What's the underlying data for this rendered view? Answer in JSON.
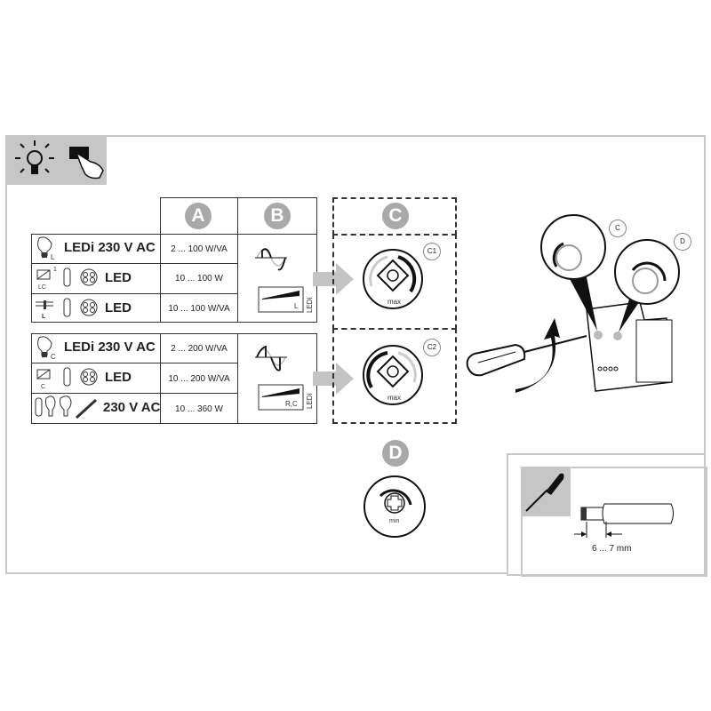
{
  "header": {
    "icons": [
      "light-bulb-icon",
      "hand-press-icon"
    ]
  },
  "columns": {
    "A": "A",
    "B": "B",
    "C": "C",
    "D": "D"
  },
  "group_L": {
    "rows": [
      {
        "icon": "bulb-L-icon",
        "sub": "L",
        "name": "LEDi 230 V AC",
        "range": "2 ... 100 W/VA"
      },
      {
        "icon": "transformer-LC-icon",
        "sub": "LC",
        "sup": "1",
        "name": "LED",
        "range": "10 ... 100 W"
      },
      {
        "icon": "transformer-L-icon",
        "sub": "L",
        "name": "LED",
        "range": "10 ... 100 W/VA"
      }
    ],
    "mode_label": "L",
    "ledi_label": "LEDi",
    "knob_callout": "C1",
    "knob_label": "max"
  },
  "group_C": {
    "rows": [
      {
        "icon": "bulb-C-icon",
        "sub": "C",
        "name": "LEDi 230 V AC",
        "range": "2 ... 200 W/VA"
      },
      {
        "icon": "transformer-C-icon",
        "sub": "C",
        "name": "LED",
        "range": "10 ... 200 W/VA"
      },
      {
        "icon": "halogen-lamps-icon",
        "name": "230 V AC",
        "range": "10 ... 360 W"
      }
    ],
    "mode_label": "R,C",
    "ledi_label": "LEDi",
    "knob_callout": "C2",
    "knob_label": "max"
  },
  "min_knob": {
    "label": "min"
  },
  "device": {
    "callouts": [
      "C",
      "D"
    ]
  },
  "wire_strip": {
    "length": "6 ... 7 mm"
  }
}
